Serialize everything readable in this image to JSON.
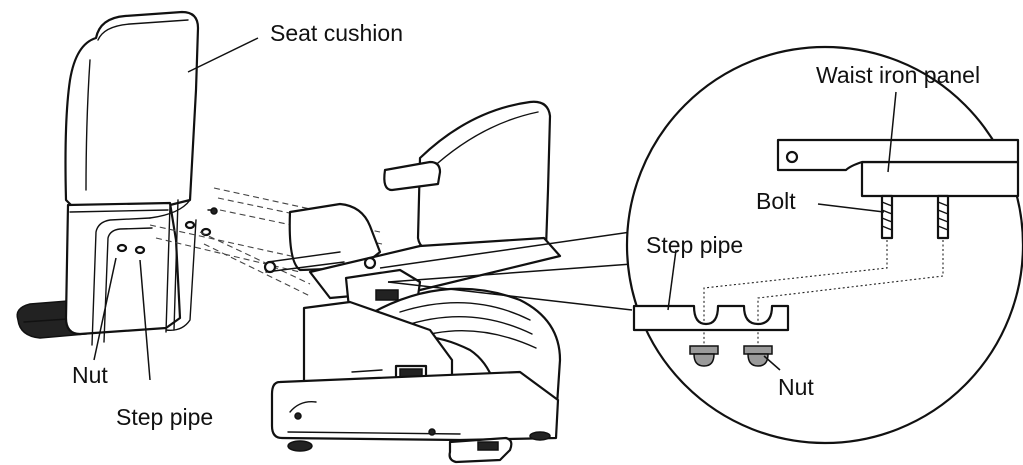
{
  "labels": {
    "seat_cushion": "Seat cushion",
    "waist_iron_panel": "Waist iron panel",
    "bolt": "Bolt",
    "step_pipe_detail": "Step pipe",
    "nut_detail": "Nut",
    "nut_left": "Nut",
    "step_pipe_left": "Step pipe"
  },
  "colors": {
    "line": "#111111",
    "fill": "#ffffff",
    "footrest": "#222222",
    "nut": "#9a9a9a"
  }
}
